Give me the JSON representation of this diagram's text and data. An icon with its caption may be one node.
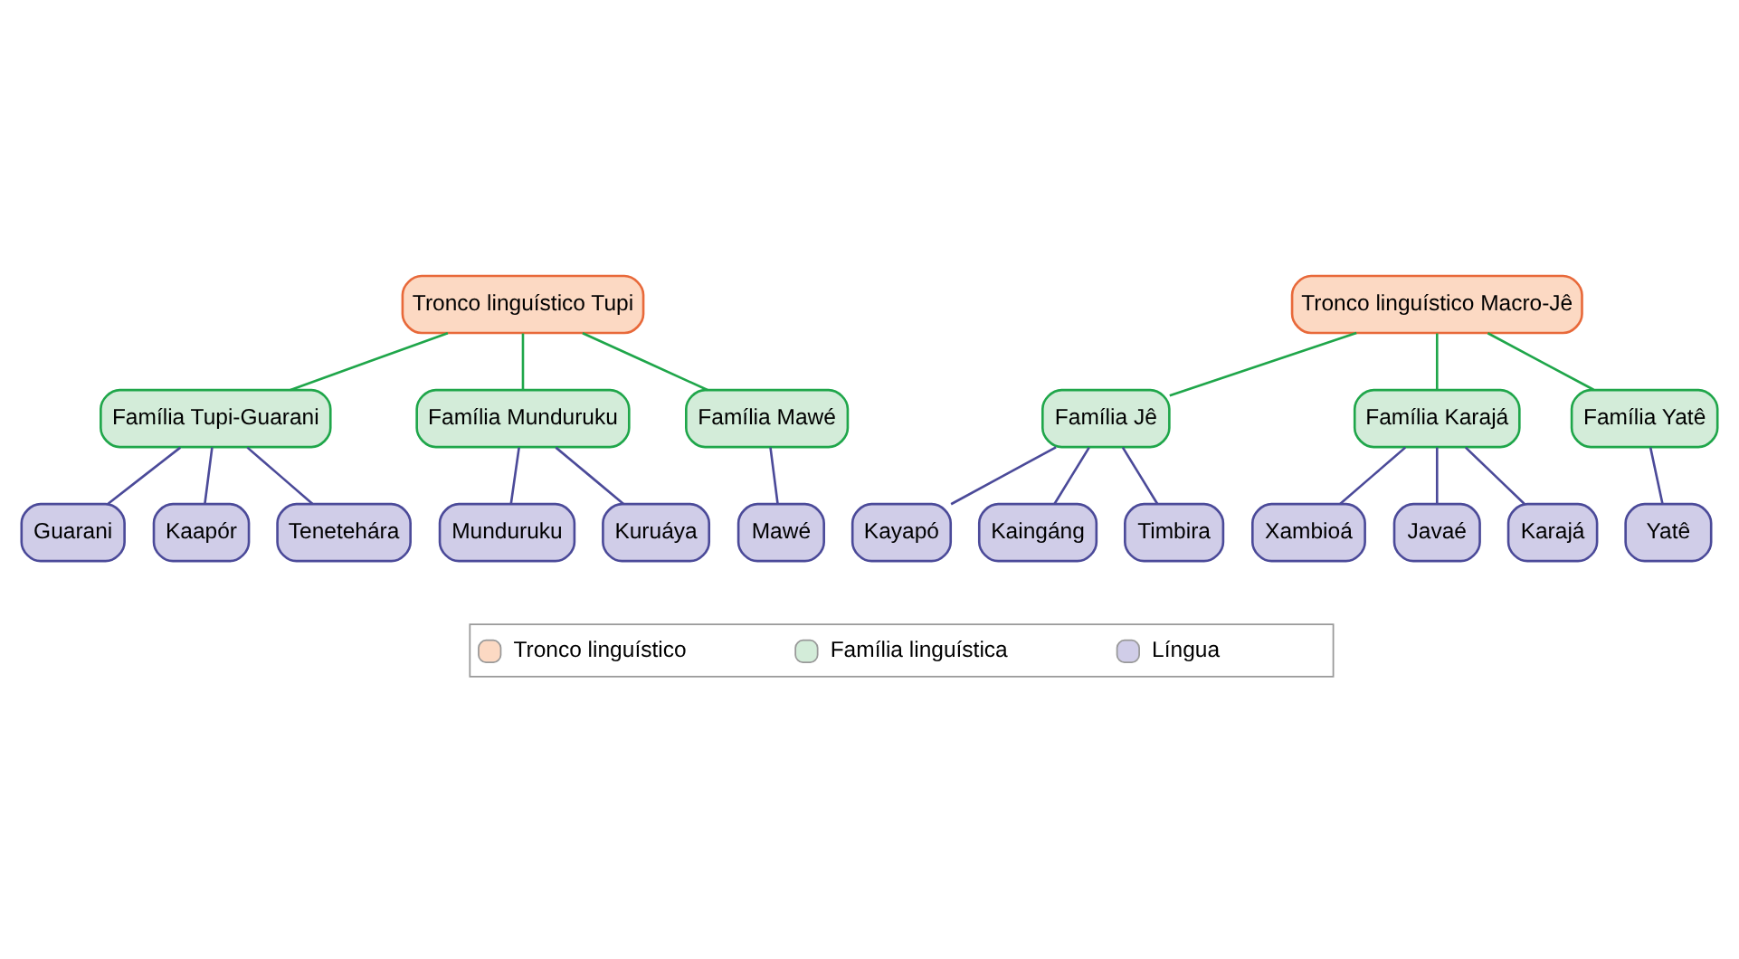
{
  "diagram": {
    "nodes": [
      {
        "text": [
          "Tronco linguístico Tupi"
        ]
      },
      {
        "text": [
          "Família Tupi-Guarani"
        ]
      },
      {
        "text": [
          "Família Munduruku"
        ]
      },
      {
        "text": [
          "Família Mawé"
        ]
      },
      {
        "text": [
          "Guarani"
        ]
      },
      {
        "text": [
          "Kaapór"
        ]
      },
      {
        "text": [
          "Tenetehára"
        ]
      },
      {
        "text": [
          "Munduruku"
        ]
      },
      {
        "text": [
          "Kuruáya"
        ]
      },
      {
        "text": [
          "Mawé"
        ]
      },
      {
        "text": [
          "Tronco linguístico Macro-Jê"
        ]
      },
      {
        "text": [
          "Família Jê"
        ]
      },
      {
        "text": [
          "Família Karajá"
        ]
      },
      {
        "text": [
          "Família Yatê"
        ]
      },
      {
        "text": [
          "Kayapó"
        ]
      },
      {
        "text": [
          "Kaingáng"
        ]
      },
      {
        "text": [
          "Timbira"
        ]
      },
      {
        "text": [
          "Xambioá"
        ]
      },
      {
        "text": [
          "Javaé"
        ]
      },
      {
        "text": [
          "Karajá"
        ]
      },
      {
        "text": [
          "Yatê"
        ]
      }
    ],
    "edges": [
      {
        "from": 0,
        "to": 1,
        "arrow": "none",
        "color": "#1fa64a"
      },
      {
        "from": 0,
        "to": 2,
        "arrow": "none",
        "color": "#1fa64a"
      },
      {
        "from": 0,
        "to": 3,
        "arrow": "none",
        "color": "#1fa64a"
      },
      {
        "from": 1,
        "to": 4,
        "arrow": "none"
      },
      {
        "from": 1,
        "to": 5,
        "arrow": "none"
      },
      {
        "from": 1,
        "to": 6,
        "arrow": "none"
      },
      {
        "from": 2,
        "to": 7,
        "arrow": "none"
      },
      {
        "from": 2,
        "to": 8,
        "arrow": "none"
      },
      {
        "from": 3,
        "to": 9,
        "arrow": "none"
      },
      {
        "from": 10,
        "to": 11,
        "arrow": "none",
        "color": "#1fa64a"
      },
      {
        "from": 10,
        "to": 12,
        "arrow": "none",
        "color": "#1fa64a"
      },
      {
        "from": 10,
        "to": 13,
        "arrow": "none",
        "color": "#1fa64a"
      },
      {
        "from": 11,
        "to": 14,
        "arrow": "none"
      },
      {
        "from": 11,
        "to": 15,
        "arrow": "none"
      },
      {
        "from": 11,
        "to": 16,
        "arrow": "none"
      },
      {
        "from": 12,
        "to": 17,
        "arrow": "none"
      },
      {
        "from": 12,
        "to": 18,
        "arrow": "none"
      },
      {
        "from": 12,
        "to": 19,
        "arrow": "none"
      },
      {
        "from": 13,
        "to": 20,
        "arrow": "none"
      }
    ],
    "legend": [
      {
        "text": "Tronco linguístico",
        "color": "#fcd9c3"
      },
      {
        "text": "Família linguística",
        "color": "#d3ecd9"
      },
      {
        "text": "Língua",
        "color": "#d0cde8"
      }
    ]
  }
}
